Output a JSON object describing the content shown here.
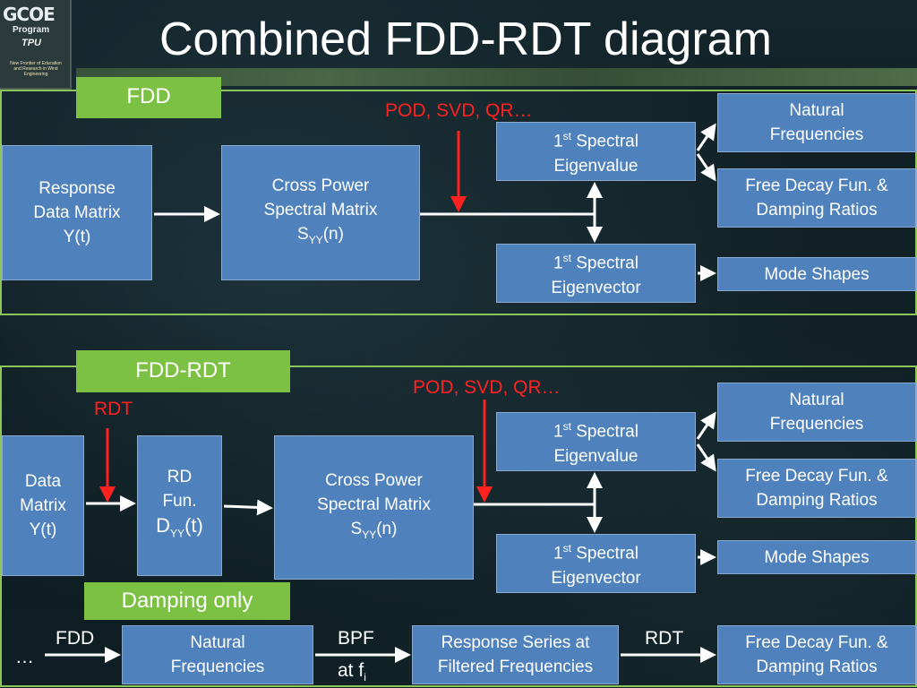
{
  "title": "Combined FDD-RDT diagram",
  "logo": {
    "line1": "GCOE",
    "line2": "Program",
    "line3": "TPU",
    "line4": "New Frontier of Education and Research in Wind Engineering"
  },
  "fdd": {
    "tag": "FDD",
    "method_label": "POD, SVD, QR…",
    "response": {
      "l1": "Response",
      "l2": "Data Matrix",
      "l3": "Y(t)"
    },
    "cross": {
      "l1": "Cross Power",
      "l2": "Spectral Matrix",
      "l3_main": "S",
      "l3_sub": "YY",
      "l3_rest": "(n)"
    },
    "eigval": {
      "num": "1",
      "sup": "st",
      "l1_rest": " Spectral",
      "l2": "Eigenvalue"
    },
    "eigvec": {
      "num": "1",
      "sup": "st",
      "l1_rest": " Spectral",
      "l2": "Eigenvector"
    },
    "natural": {
      "l1": "Natural",
      "l2": "Frequencies"
    },
    "decay": {
      "l1": "Free Decay Fun. &",
      "l2": "Damping Ratios"
    },
    "modes": {
      "l1": "Mode Shapes"
    }
  },
  "fddrdt": {
    "tag": "FDD-RDT",
    "method_label": "POD, SVD, QR…",
    "rdt_label": "RDT",
    "data": {
      "l1": "Data",
      "l2": "Matrix",
      "l3": "Y(t)"
    },
    "rd": {
      "l1": "RD",
      "l2": "Fun.",
      "l3_main": "D",
      "l3_sub": "YY",
      "l3_rest": "(t)"
    },
    "cross": {
      "l1": "Cross Power",
      "l2": "Spectral Matrix",
      "l3_main": "S",
      "l3_sub": "YY",
      "l3_rest": "(n)"
    },
    "eigval": {
      "num": "1",
      "sup": "st",
      "l1_rest": " Spectral",
      "l2": "Eigenvalue"
    },
    "eigvec": {
      "num": "1",
      "sup": "st",
      "l1_rest": " Spectral",
      "l2": "Eigenvector"
    },
    "natural": {
      "l1": "Natural",
      "l2": "Frequencies"
    },
    "decay": {
      "l1": "Free Decay Fun. &",
      "l2": "Damping Ratios"
    },
    "modes": {
      "l1": "Mode Shapes"
    }
  },
  "damping": {
    "tag": "Damping only",
    "fdd_label": "FDD",
    "ellipsis": "…",
    "natural": {
      "l1": "Natural",
      "l2": "Frequencies"
    },
    "bpf_label": "BPF",
    "at_label": "at f",
    "at_sub": "i",
    "series": {
      "l1": "Response Series at",
      "l2": "Filtered Frequencies"
    },
    "rdt_label": "RDT",
    "decay": {
      "l1": "Free Decay Fun. &",
      "l2": "Damping Ratios"
    }
  },
  "colors": {
    "box": "#4f81bd",
    "tag": "#7cc143",
    "border": "#8cc65a",
    "accent_red": "#ff2020"
  }
}
